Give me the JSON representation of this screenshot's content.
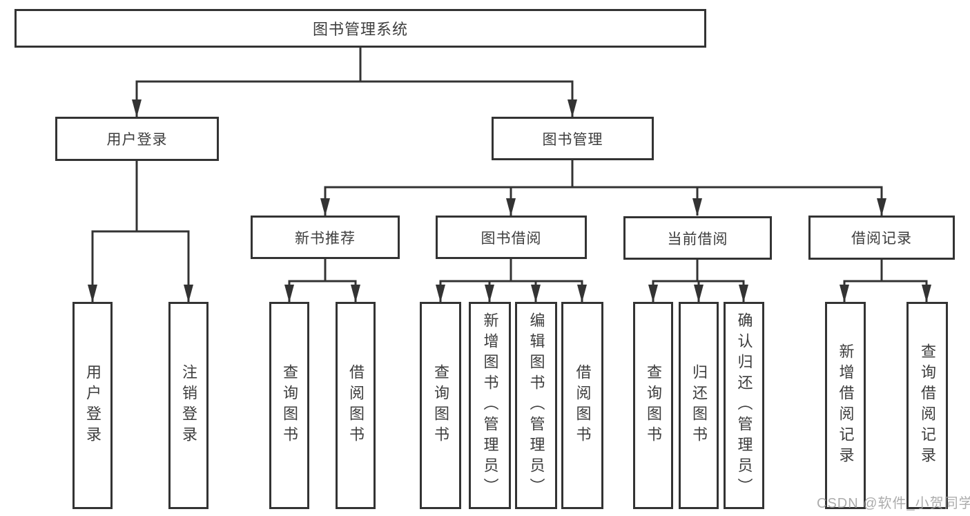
{
  "diagram": {
    "root": {
      "label": "图书管理系统"
    },
    "level2": [
      {
        "label": "用户登录"
      },
      {
        "label": "图书管理"
      }
    ],
    "level3": [
      {
        "label": "新书推荐"
      },
      {
        "label": "图书借阅"
      },
      {
        "label": "当前借阅"
      },
      {
        "label": "借阅记录"
      }
    ],
    "groups": [
      {
        "parent": "用户登录",
        "children": [
          "用户登录",
          "注销登录"
        ]
      },
      {
        "parent": "新书推荐",
        "children": [
          "查询图书",
          "借阅图书"
        ]
      },
      {
        "parent": "图书借阅",
        "children": [
          "查询图书",
          "新增图书（管理员）",
          "编辑图书（管理员）",
          "借阅图书"
        ]
      },
      {
        "parent": "当前借阅",
        "children": [
          "查询图书",
          "归还图书",
          "确认归还（管理员）"
        ]
      },
      {
        "parent": "借阅记录",
        "children": [
          "新增借阅记录",
          "查询借阅记录"
        ]
      }
    ]
  },
  "colors": {
    "line": "#333333",
    "box_border": "#333333",
    "box_fill": "#ffffff",
    "text": "#3d3d3d",
    "watermark": "#9e9e9e"
  },
  "watermark": {
    "text": "CSDN @软件_小贺同学"
  }
}
